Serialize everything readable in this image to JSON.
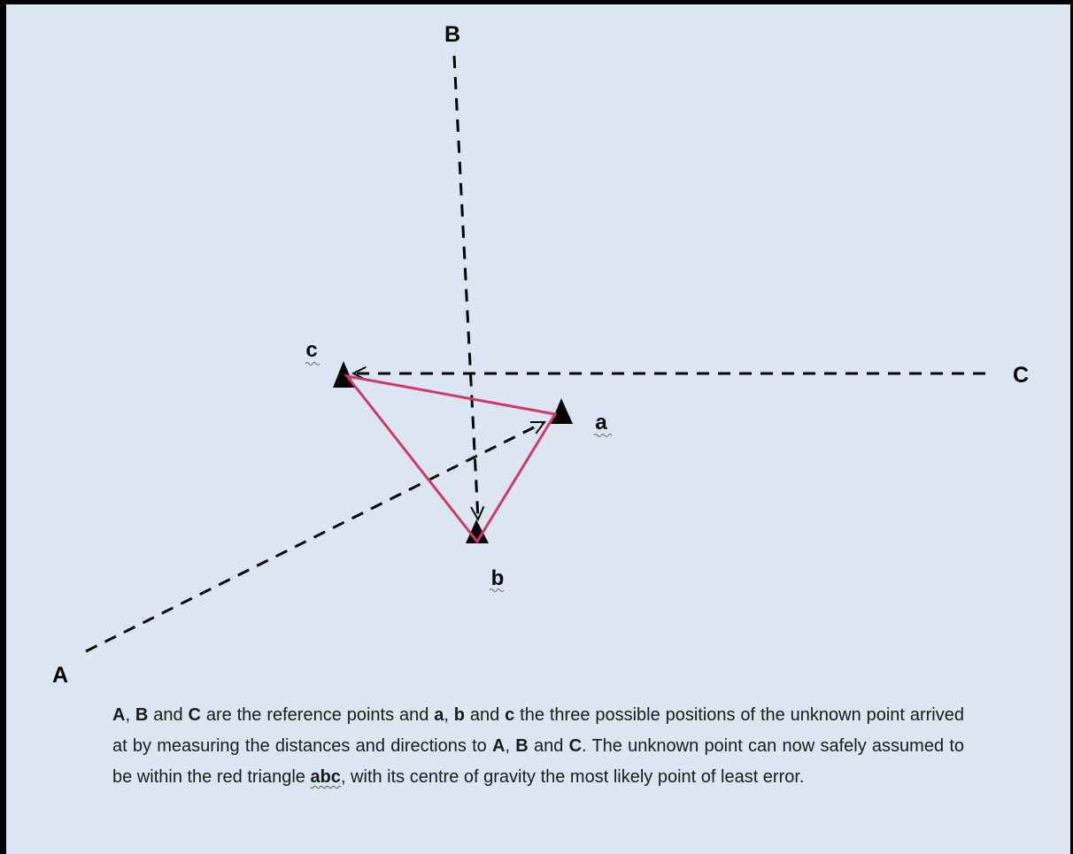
{
  "diagram": {
    "reference_points": {
      "A": "A",
      "B": "B",
      "C": "C"
    },
    "positions": {
      "a": "a",
      "b": "b",
      "c": "c"
    },
    "triangle_color": "#d0386a",
    "line_color": "#000000",
    "background_color": "#dce6f2"
  },
  "caption": {
    "s1": "A",
    "s2": ", ",
    "s3": "B",
    "s4": " and ",
    "s5": "C",
    "s6": " are the reference points and ",
    "s7": "a",
    "s8": ", ",
    "s9": "b",
    "s10": " and ",
    "s11": "c",
    "s12": " the three possible positions of the unknown point arrived at by measuring the distances and directions to ",
    "s13": "A",
    "s14": ", ",
    "s15": "B",
    "s16": " and ",
    "s17": "C",
    "s18": ". The unknown point can now safely assumed to be within the red triangle ",
    "s19": "abc",
    "s20": ", with its centre of gravity the most likely point of least error."
  }
}
